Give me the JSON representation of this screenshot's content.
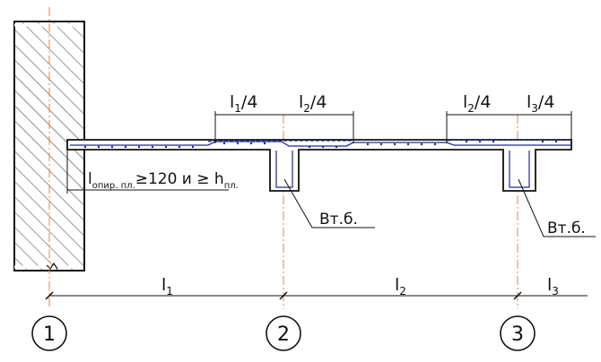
{
  "diagram": {
    "spans": [
      {
        "main": "l",
        "sub": "1"
      },
      {
        "main": "l",
        "sub": "2"
      },
      {
        "main": "l",
        "sub": "3"
      }
    ],
    "quarter_dims": [
      {
        "main": "l",
        "sub": "1",
        "tail": "/4"
      },
      {
        "main": "l",
        "sub": "2",
        "tail": "/4"
      },
      {
        "main": "l",
        "sub": "2",
        "tail": "/4"
      },
      {
        "main": "l",
        "sub": "3",
        "tail": "/4"
      }
    ],
    "axes": [
      "1",
      "2",
      "3"
    ],
    "support_note": {
      "main": "l",
      "sub": "опир. пл.",
      "rel": "≥120 и ≥ h",
      "sub2": "пл."
    },
    "beam_labels": [
      "Вт.б.",
      "Вт.б."
    ],
    "colors": {
      "line": "#111111",
      "rebar": "#1f2a8c",
      "axis": "#d98a4a",
      "hatch": "#333333"
    }
  }
}
